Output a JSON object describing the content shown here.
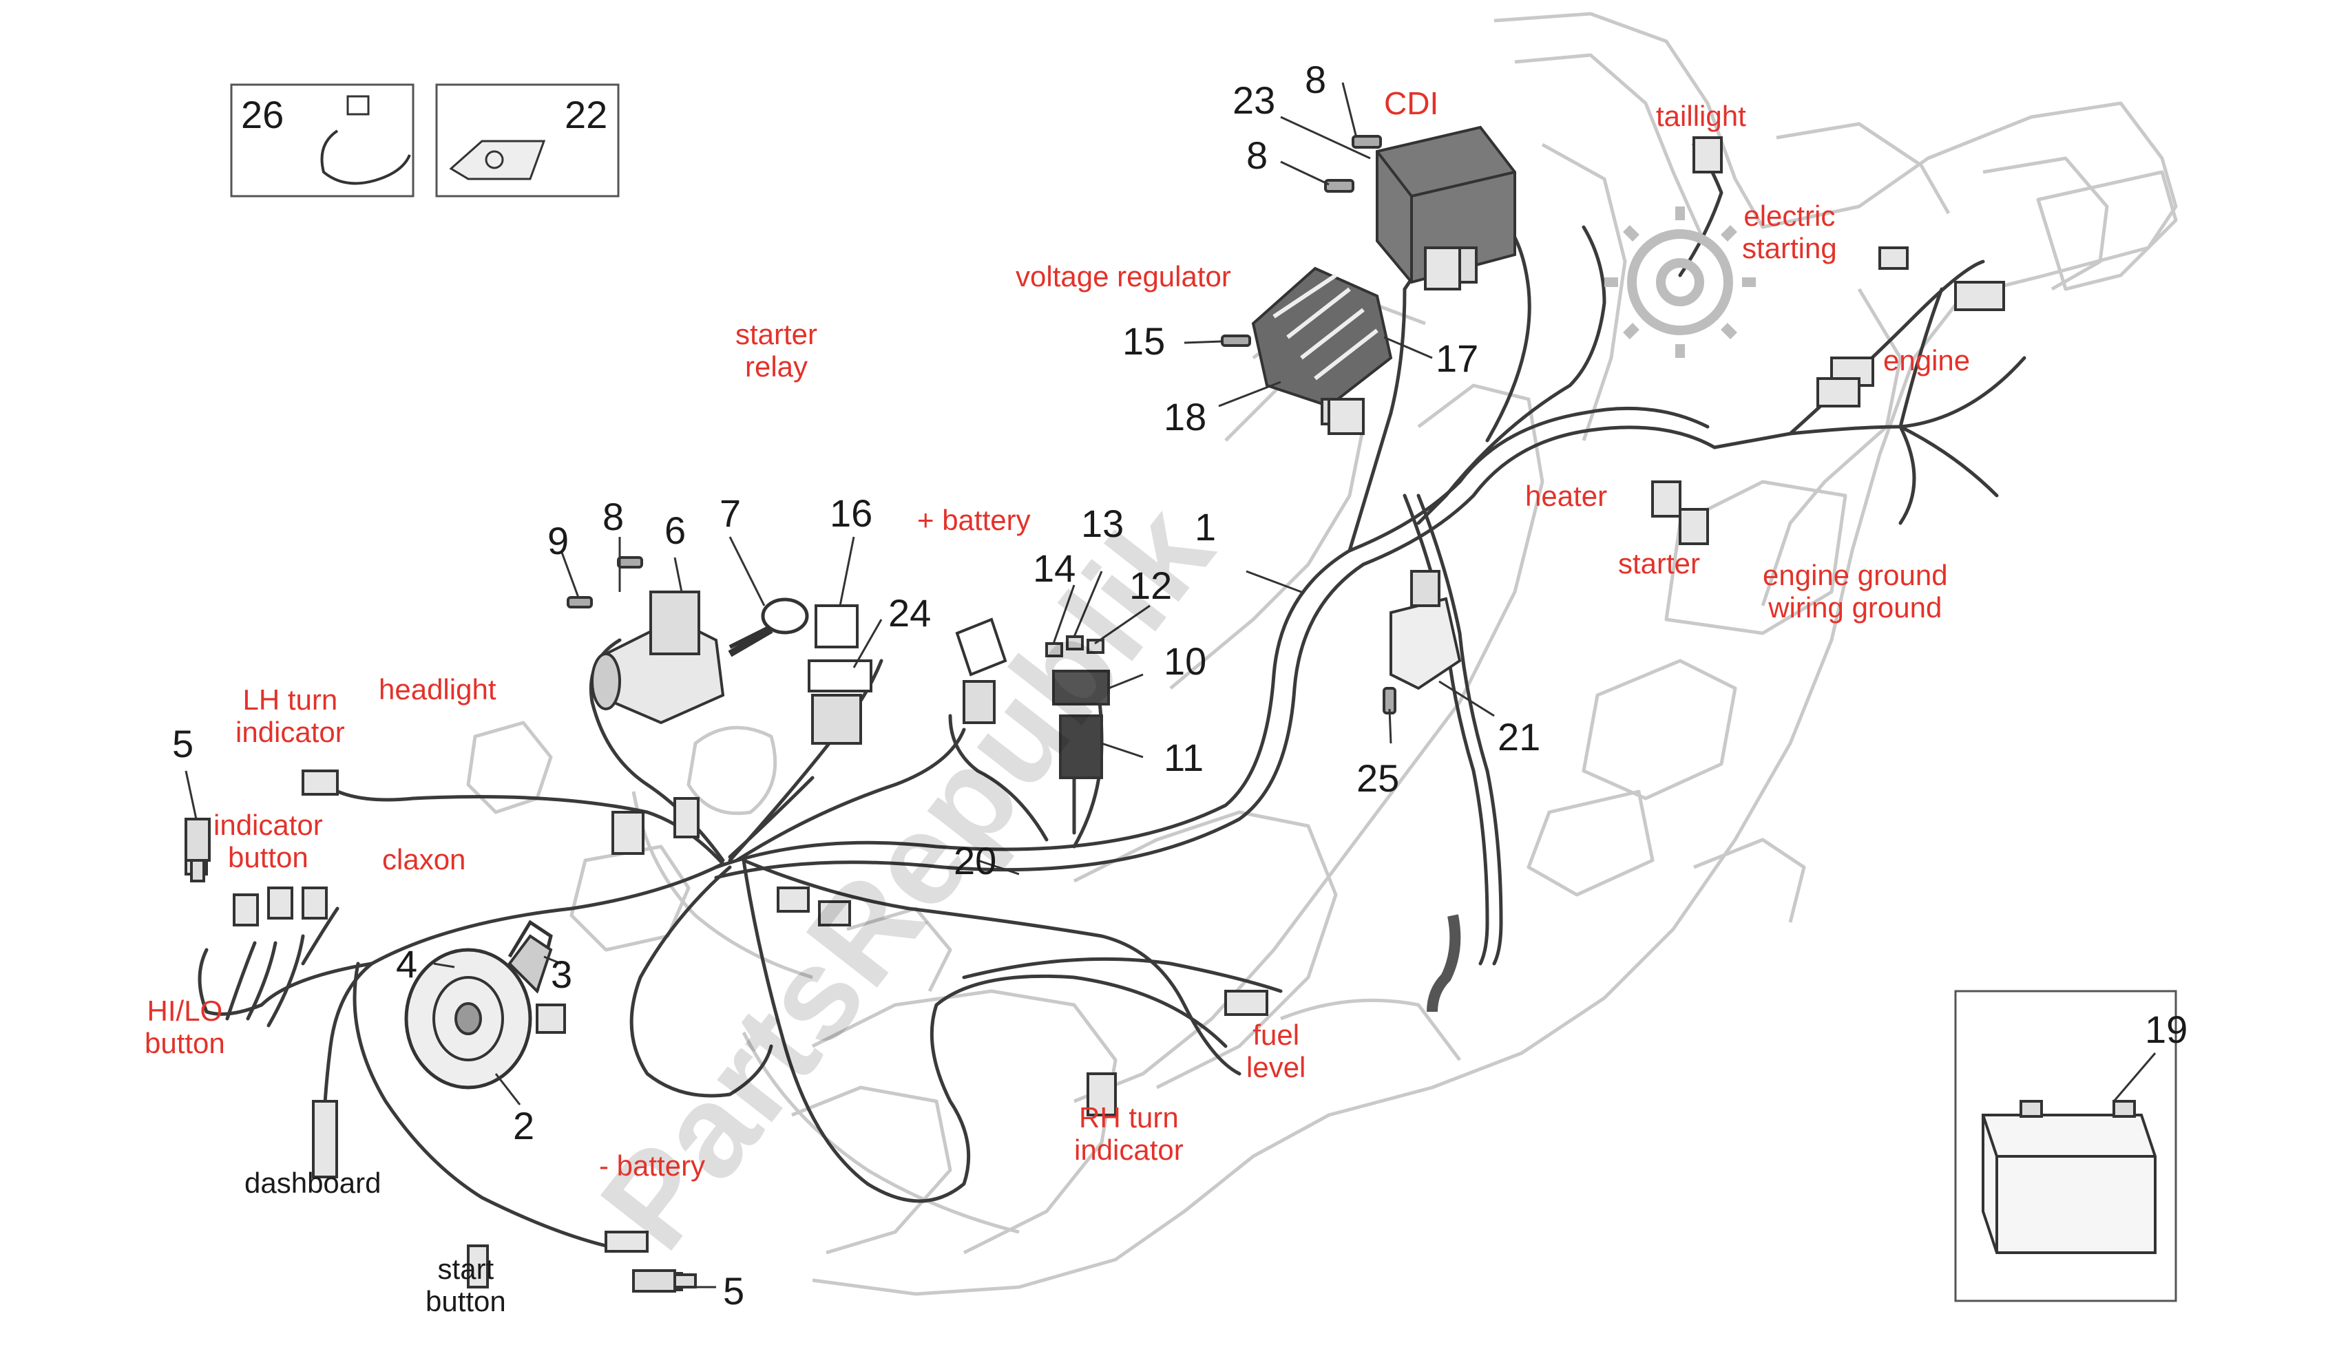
{
  "watermark": {
    "text": "PartsRepublik"
  },
  "callouts": {
    "n1": "1",
    "n2": "2",
    "n3": "3",
    "n4": "4",
    "n5a": "5",
    "n5b": "5",
    "n6": "6",
    "n7": "7",
    "n8a": "8",
    "n8b": "8",
    "n8c": "8",
    "n9": "9",
    "n10": "10",
    "n11": "11",
    "n12": "12",
    "n13": "13",
    "n14": "14",
    "n15": "15",
    "n16": "16",
    "n17": "17",
    "n18": "18",
    "n19": "19",
    "n20": "20",
    "n21": "21",
    "n22": "22",
    "n23": "23",
    "n24": "24",
    "n25": "25",
    "n26": "26"
  },
  "labels": {
    "cdi": "CDI",
    "taillight": "taillight",
    "electric_starting": "electric\nstarting",
    "engine": "engine",
    "voltage_regulator": "voltage regulator",
    "heater": "heater",
    "starter": "starter",
    "engine_ground": "engine ground\nwiring ground",
    "starter_relay": "starter\nrelay",
    "plus_battery": "+ battery",
    "lh_turn_indicator": "LH turn\nindicator",
    "headlight": "headlight",
    "indicator_button": "indicator\nbutton",
    "claxon": "claxon",
    "hilo_button": "HI/LO\nbutton",
    "dashboard": "dashboard",
    "start_button": "start\nbutton",
    "minus_battery": "- battery",
    "fuel_level": "fuel\nlevel",
    "rh_turn_indicator": "RH turn\nindicator"
  },
  "colors": {
    "callout_label": "#e3322a",
    "part_number": "#1a1a1a",
    "frame_line": "#c9c9c9",
    "part_line": "#3a3a3a"
  }
}
